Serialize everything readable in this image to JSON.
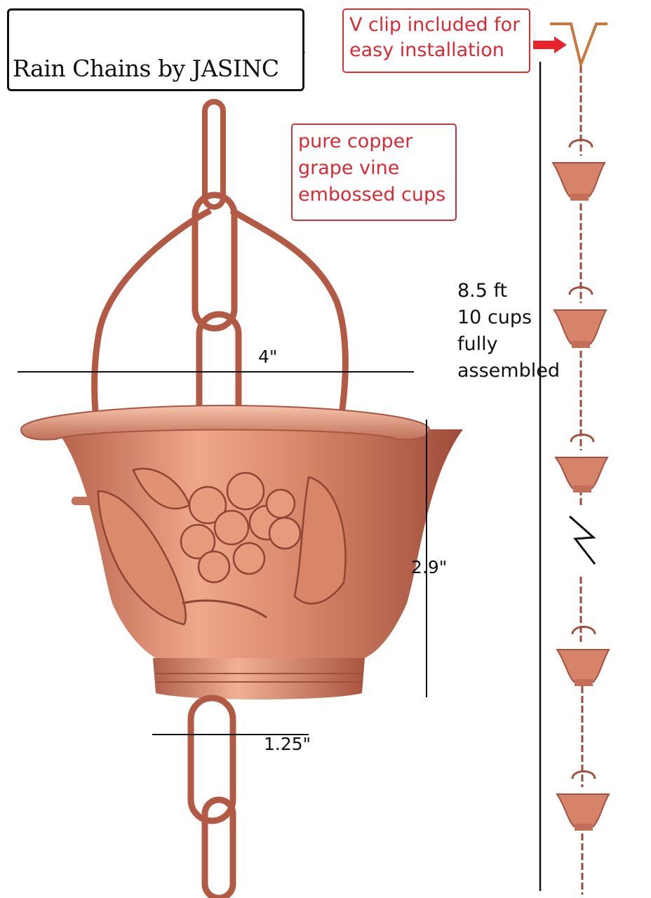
{
  "logo": {
    "text": "Rain Chains by JASINC",
    "icon": "roof-truss-icon"
  },
  "callouts": {
    "clip": [
      "V clip included for",
      "easy installation"
    ],
    "material": [
      "pure copper",
      "grape vine",
      "embossed cups"
    ]
  },
  "dimensions": {
    "width_top": "4\"",
    "height": "2.9\"",
    "width_bottom": "1.25\""
  },
  "length_info": [
    "8.5 ft",
    "10 cups",
    "fully",
    "assembled"
  ],
  "colors": {
    "copper": "#c8795f",
    "accent_red": "#d82a34",
    "line": "#111111"
  }
}
